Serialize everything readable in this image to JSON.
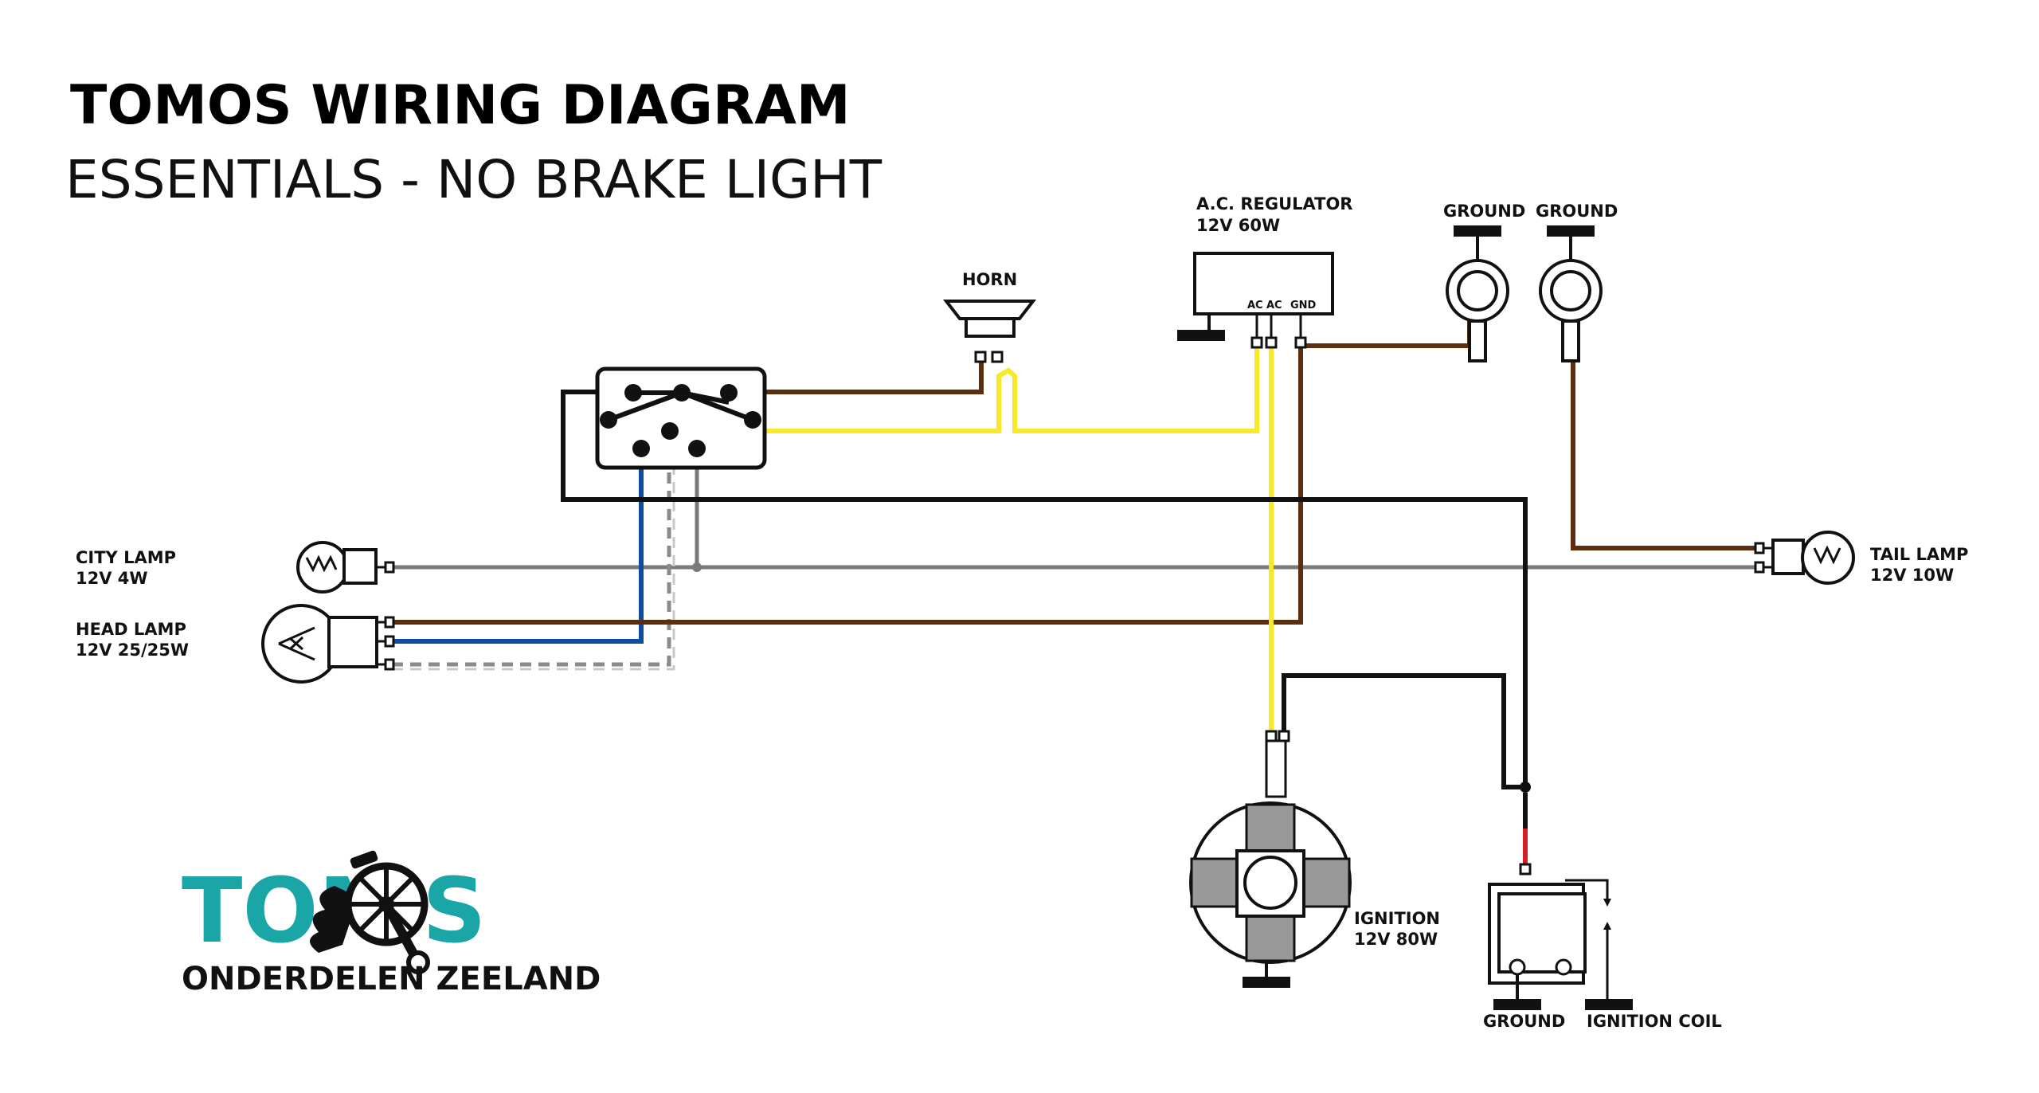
{
  "title": "TOMOS WIRING DIAGRAM",
  "subtitle": "ESSENTIALS - NO BRAKE LIGHT",
  "components": {
    "horn": {
      "label": "HORN"
    },
    "regulator": {
      "label": "A.C. REGULATOR",
      "rating": "12V 60W",
      "terminal_ac1": "AC",
      "terminal_ac2": "AC",
      "terminal_gnd": "GND"
    },
    "ground_left": {
      "label": "GROUND"
    },
    "ground_right": {
      "label": "GROUND"
    },
    "city_lamp": {
      "label": "CITY LAMP",
      "rating": "12V 4W"
    },
    "head_lamp": {
      "label": "HEAD LAMP",
      "rating": "12V 25/25W"
    },
    "tail_lamp": {
      "label": "TAIL LAMP",
      "rating": "12V 10W"
    },
    "ignition": {
      "label": "IGNITION",
      "rating": "12V 80W"
    },
    "coil_ground": {
      "label": "GROUND"
    },
    "ignition_coil": {
      "label": "IGNITION COIL"
    }
  },
  "logo": {
    "word_left": "TOM",
    "word_right": "S",
    "tagline": "ONDERDELEN ZEELAND",
    "color": "#1aa6a6"
  },
  "wire_colors": {
    "brown": "#5a2e0e",
    "yellow": "#f7e82a",
    "black": "#111111",
    "grey": "#7a7a7a",
    "blue": "#0d4f9e",
    "red": "#d0202a"
  }
}
